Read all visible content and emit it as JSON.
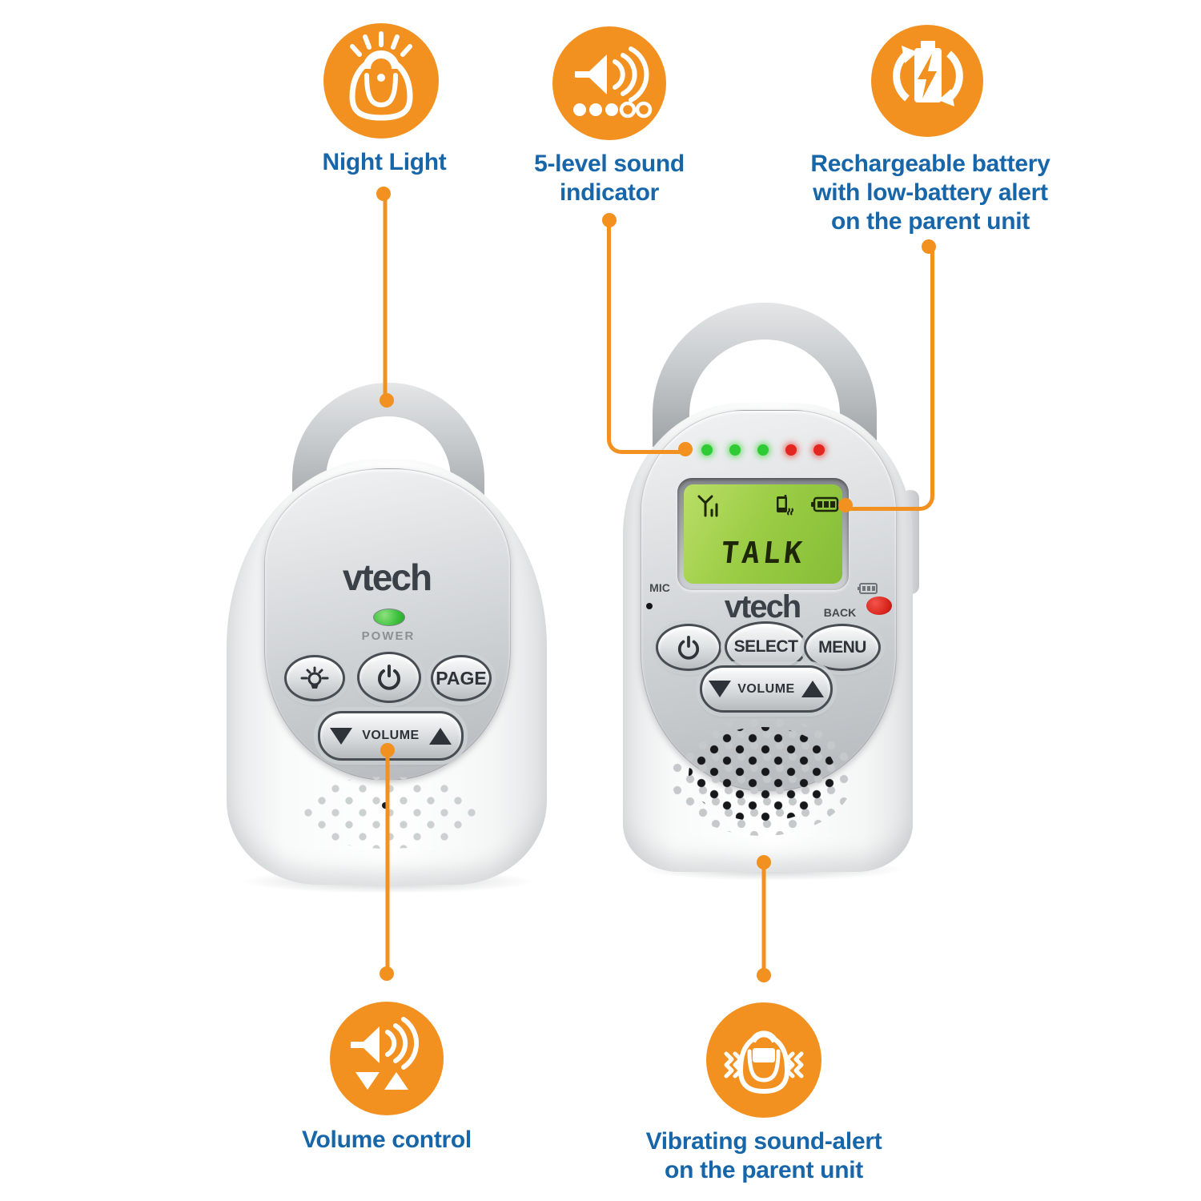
{
  "colors": {
    "orange": "#F29120",
    "blue": "#1766A9",
    "lcd_green": "#9ACC44",
    "led_green": "#2FCB35",
    "led_red": "#E3261F"
  },
  "callouts": {
    "night_light": {
      "label": "Night Light"
    },
    "sound_indicator": {
      "line1": "5-level sound",
      "line2": "indicator"
    },
    "rechargeable_battery": {
      "line1": "Rechargeable battery",
      "line2": "with low-battery alert",
      "line3": "on the parent unit"
    },
    "volume_control": {
      "label": "Volume control"
    },
    "vibrating_alert": {
      "line1": "Vibrating sound-alert",
      "line2": "on the parent unit"
    }
  },
  "baby_unit": {
    "brand": "vtech",
    "power_led_label": "POWER",
    "page_button_label": "PAGE",
    "volume_label": "VOLUME"
  },
  "parent_unit": {
    "brand": "vtech",
    "mic_label": "MIC",
    "back_label": "BACK",
    "select_button_label": "SELECT",
    "menu_button_label": "MENU",
    "volume_label": "VOLUME",
    "lcd_text": "TALK",
    "sound_leds": [
      "green",
      "green",
      "green",
      "red",
      "red"
    ]
  }
}
